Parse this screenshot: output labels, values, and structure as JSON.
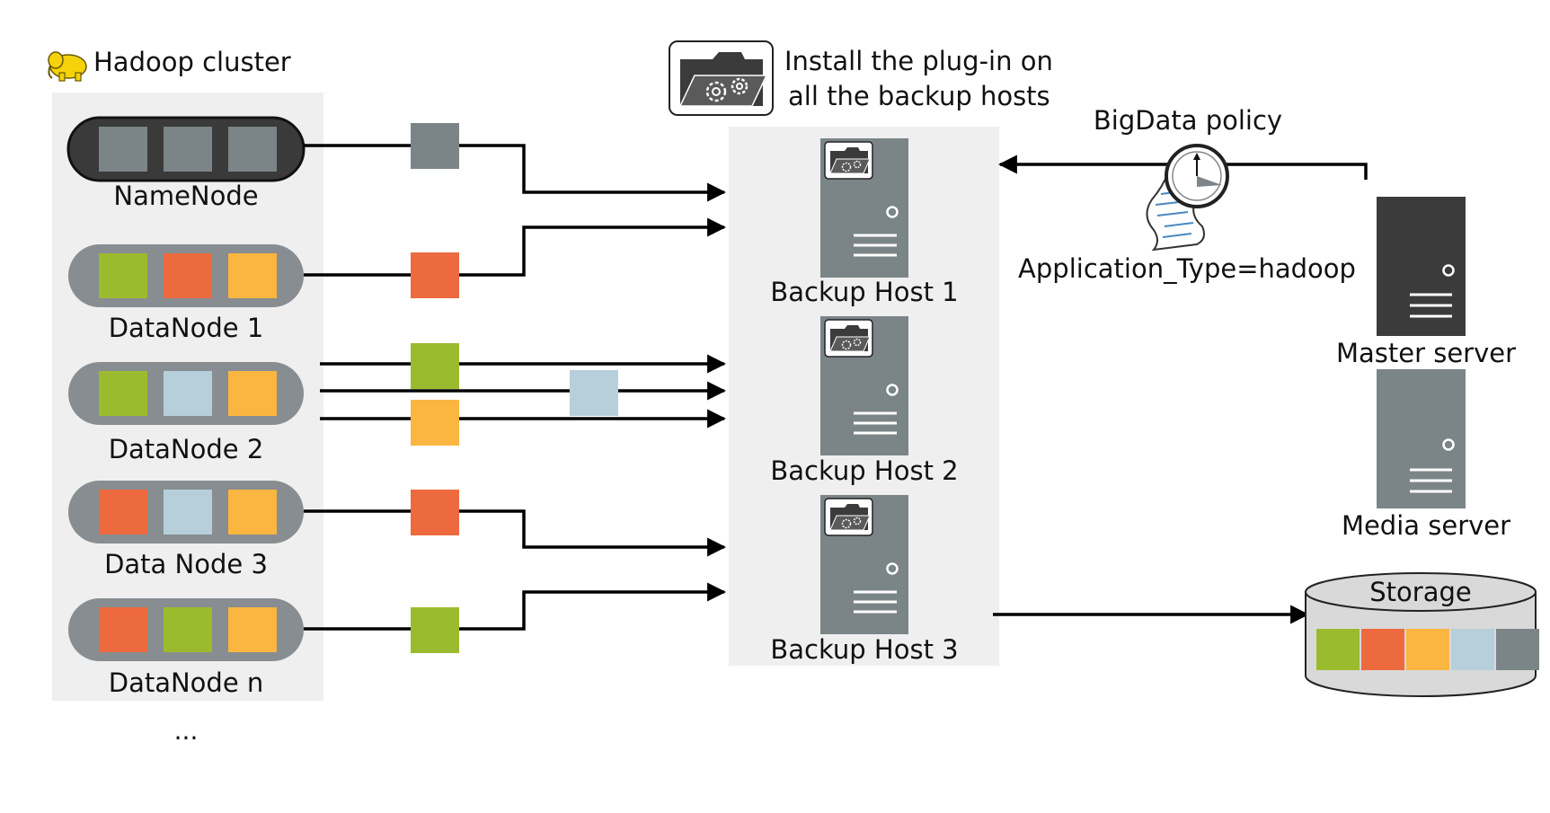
{
  "cluster": {
    "title": "Hadoop cluster",
    "nodes": [
      {
        "label": "NameNode",
        "blocks": [
          "gray",
          "gray",
          "gray"
        ],
        "dark": true
      },
      {
        "label": "DataNode 1",
        "blocks": [
          "green",
          "orange",
          "yellow"
        ],
        "dark": false
      },
      {
        "label": "DataNode 2",
        "blocks": [
          "green",
          "lightblue",
          "yellow"
        ],
        "dark": false
      },
      {
        "label": "Data Node 3",
        "blocks": [
          "orange",
          "lightblue",
          "yellow"
        ],
        "dark": false
      },
      {
        "label": "DataNode n",
        "blocks": [
          "orange",
          "green",
          "yellow"
        ],
        "dark": false
      }
    ],
    "more": "..."
  },
  "plugin": {
    "line1": "Install the plug-in on",
    "line2": "all the backup hosts"
  },
  "backup_hosts": [
    "Backup Host 1",
    "Backup Host 2",
    "Backup Host 3"
  ],
  "policy": {
    "title": "BigData policy",
    "application_type": "Application_Type=hadoop"
  },
  "servers": {
    "master": "Master server",
    "media": "Media server"
  },
  "storage": {
    "label": "Storage",
    "blocks": [
      "green",
      "orange",
      "yellow",
      "lightblue",
      "gray"
    ]
  },
  "colors": {
    "green": "#9bbb2e",
    "orange": "#ec6a3e",
    "yellow": "#fbb541",
    "lightblue": "#b7cfdb",
    "gray": "#7b8588",
    "panel": "#efefef",
    "node_dark": "#3a3a3a",
    "node_light": "#878d90",
    "host": "#7b8588",
    "master": "#3b3b3b",
    "media": "#7b8588"
  }
}
